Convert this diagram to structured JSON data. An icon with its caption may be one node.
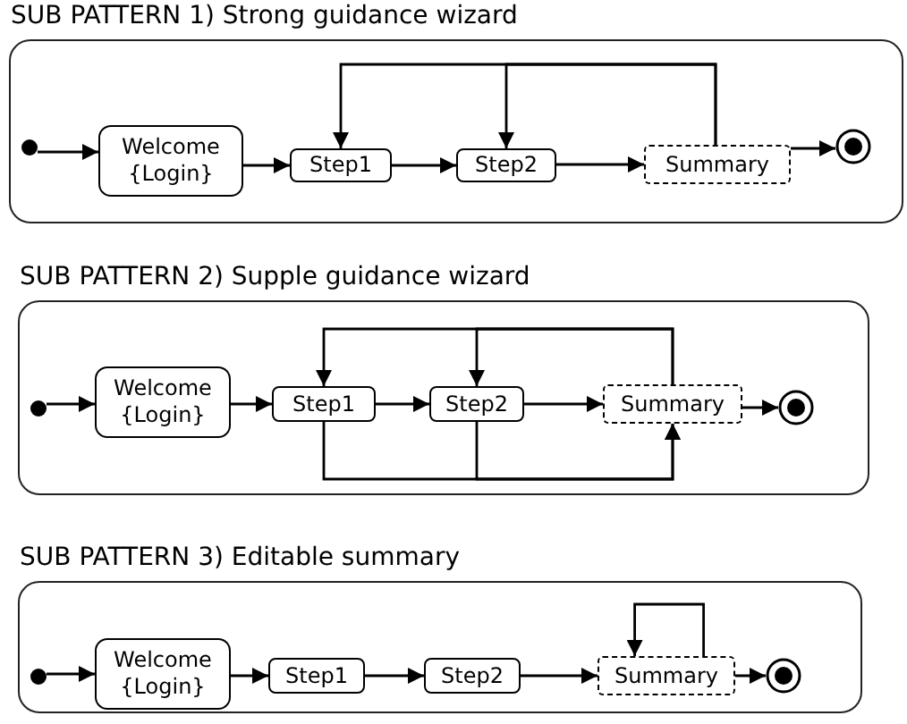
{
  "diagram": {
    "nodes": [
      {
        "text": [
          "SUB PATTERN 1) Strong guidance wizard"
        ]
      },
      {
        "text": [],
        "shape": "circle",
        "in": 0
      },
      {
        "text": [
          "Welcome {Login}"
        ],
        "in": 0
      },
      {
        "text": [
          "Step1"
        ],
        "in": 0
      },
      {
        "text": [
          "Step2"
        ],
        "in": 0
      },
      {
        "text": [
          "Summary"
        ],
        "in": 0
      },
      {
        "text": [],
        "shape": "bullseye",
        "in": 0
      },
      {
        "text": [
          "SUB PATTERN 2) Supple guidance wizard"
        ]
      },
      {
        "text": [],
        "shape": "circle",
        "in": 7
      },
      {
        "text": [
          "Welcome {Login}"
        ],
        "in": 7
      },
      {
        "text": [
          "Step1"
        ],
        "in": 7
      },
      {
        "text": [
          "Step2"
        ],
        "in": 7
      },
      {
        "text": [
          "Summary"
        ],
        "in": 7
      },
      {
        "text": [],
        "shape": "bullseye",
        "in": 7
      },
      {
        "text": [
          "SUB PATTERN 3) Editable summary"
        ]
      },
      {
        "text": [],
        "shape": "circle",
        "in": 14
      },
      {
        "text": [
          "Welcome {Login}"
        ],
        "in": 14
      },
      {
        "text": [
          "Step1"
        ],
        "in": 14
      },
      {
        "text": [
          "Step2"
        ],
        "in": 14
      },
      {
        "text": [
          "Summary"
        ],
        "in": 14
      },
      {
        "text": [],
        "shape": "bullseye",
        "in": 14
      }
    ],
    "edges": [
      {
        "from": 1,
        "to": 2,
        "arrow": "to"
      },
      {
        "from": 2,
        "to": 3,
        "arrow": "to"
      },
      {
        "from": 3,
        "to": 4,
        "arrow": "to"
      },
      {
        "from": 4,
        "to": 5,
        "arrow": "to"
      },
      {
        "from": 5,
        "to": 6,
        "arrow": "to"
      },
      {
        "from": 5,
        "to": 3,
        "arrow": "to"
      },
      {
        "from": 5,
        "to": 4,
        "arrow": "to"
      },
      {
        "from": 8,
        "to": 9,
        "arrow": "to"
      },
      {
        "from": 9,
        "to": 10,
        "arrow": "to"
      },
      {
        "from": 10,
        "to": 11,
        "arrow": "to"
      },
      {
        "from": 11,
        "to": 12,
        "arrow": "to"
      },
      {
        "from": 12,
        "to": 13,
        "arrow": "to"
      },
      {
        "from": 12,
        "to": 10,
        "arrow": "to"
      },
      {
        "from": 12,
        "to": 11,
        "arrow": "to"
      },
      {
        "from": 10,
        "to": 12,
        "arrow": "to"
      },
      {
        "from": 11,
        "to": 12,
        "arrow": "to"
      },
      {
        "from": 15,
        "to": 16,
        "arrow": "to"
      },
      {
        "from": 16,
        "to": 17,
        "arrow": "to"
      },
      {
        "from": 17,
        "to": 18,
        "arrow": "to"
      },
      {
        "from": 18,
        "to": 19,
        "arrow": "to"
      },
      {
        "from": 19,
        "to": 20,
        "arrow": "to"
      },
      {
        "from": 19,
        "to": 19,
        "arrow": "to"
      }
    ]
  }
}
